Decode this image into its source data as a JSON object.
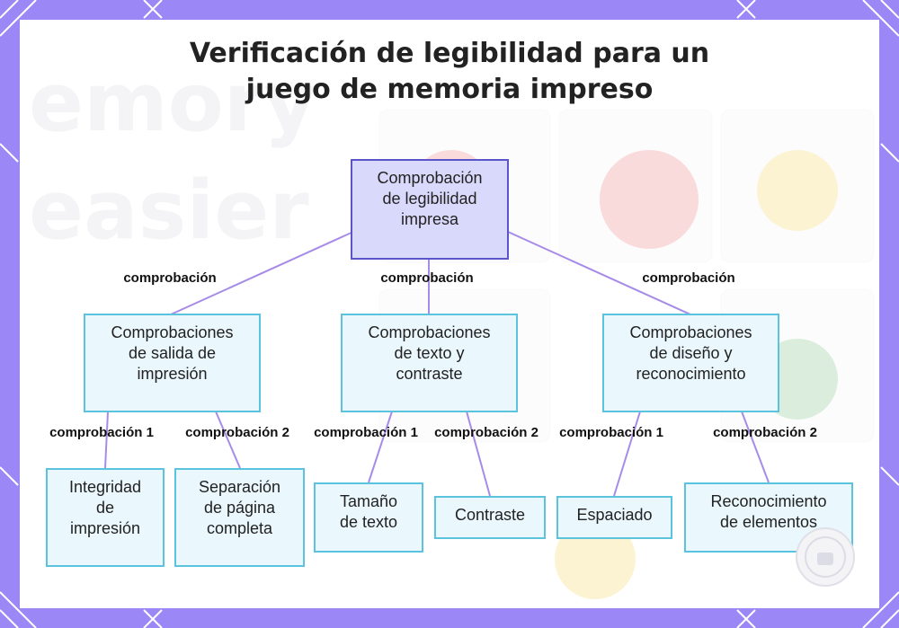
{
  "title": {
    "line1": "Verificación de legibilidad para un",
    "line2": "juego de memoria impreso"
  },
  "colors": {
    "background": "#9b87f5",
    "root_fill": "#d9d9fb",
    "root_border": "#5a55c8",
    "node_fill": "#eaf7fd",
    "node_border": "#5bc3dd",
    "edge": "#a78be8"
  },
  "nodes": {
    "root": "Comprobación\nde legibilidad\nimpresa",
    "print_output": "Comprobaciones\nde salida de\nimpresión",
    "text_contrast": "Comprobaciones\nde texto y\ncontraste",
    "design_recognition": "Comprobaciones\nde diseño y\nreconocimiento",
    "print_integrity": "Integridad\nde\nimpresión",
    "page_separation": "Separación\nde página\ncompleta",
    "text_size": "Tamaño\nde texto",
    "contrast": "Contraste",
    "spacing": "Espaciado",
    "element_recognition": "Reconocimiento\nde elementos"
  },
  "edges": {
    "root_to_print_output": "comprobación",
    "root_to_text_contrast": "comprobación",
    "root_to_design_recognition": "comprobación",
    "print_output_to_integrity": "comprobación 1",
    "print_output_to_separation": "comprobación 2",
    "text_contrast_to_size": "comprobación 1",
    "text_contrast_to_contrast": "comprobación 2",
    "design_to_spacing": "comprobación 1",
    "design_to_recognition": "comprobación 2"
  }
}
